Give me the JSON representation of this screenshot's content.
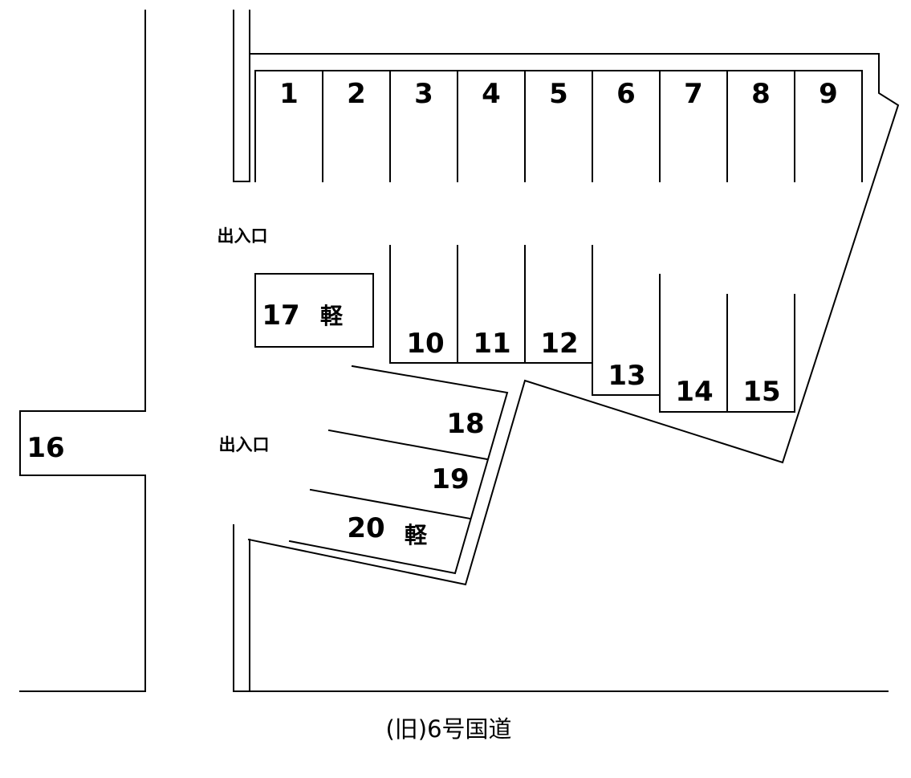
{
  "spaces": {
    "s1": "1",
    "s2": "2",
    "s3": "3",
    "s4": "4",
    "s5": "5",
    "s6": "6",
    "s7": "7",
    "s8": "8",
    "s9": "9",
    "s10": "10",
    "s11": "11",
    "s12": "12",
    "s13": "13",
    "s14": "14",
    "s15": "15",
    "s16": "16",
    "s17": "17",
    "s18": "18",
    "s19": "19",
    "s20": "20"
  },
  "kei_label": "軽",
  "entrance_label": "出入口",
  "road_label": "(旧)6号国道"
}
